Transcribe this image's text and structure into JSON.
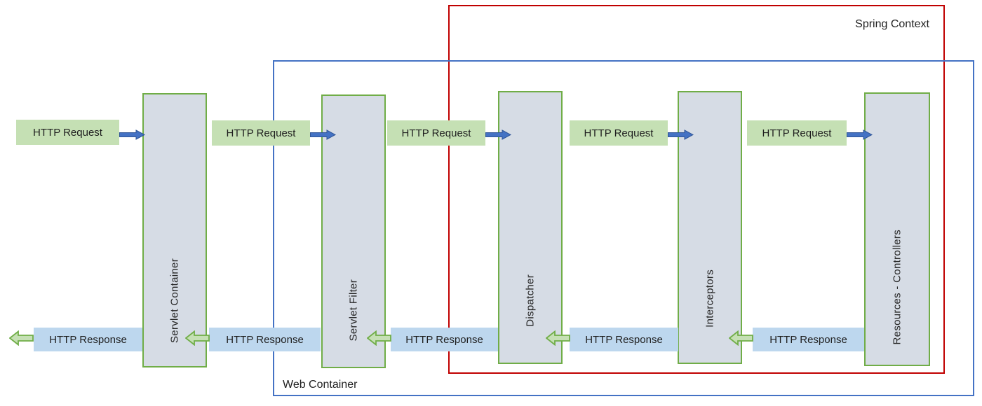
{
  "containers": {
    "spring": {
      "label": "Spring Context",
      "border_color": "#c00000"
    },
    "web": {
      "label": "Web Container",
      "border_color": "#4472c4"
    }
  },
  "boxes": [
    {
      "label": "Servlet Container"
    },
    {
      "label": "Servlet Filter"
    },
    {
      "label": "Dispatcher"
    },
    {
      "label": "Interceptors"
    },
    {
      "label": "Resources - Controllers"
    }
  ],
  "request_labels": [
    "HTTP Request",
    "HTTP Request",
    "HTTP Request",
    "HTTP Request",
    "HTTP Request"
  ],
  "response_labels": [
    "HTTP Response",
    "HTTP Response",
    "HTTP Response",
    "HTTP Response",
    "HTTP Response"
  ],
  "colors": {
    "box_fill": "#d6dce5",
    "box_border": "#70ad47",
    "request_badge_bg": "#c5e0b4",
    "response_badge_bg": "#bdd7ee",
    "request_arrow": "#4472c4",
    "request_arrow_border": "#2f5597",
    "response_arrow_fill": "#c5e0b4",
    "response_arrow_border": "#70ad47",
    "spring_border": "#c00000",
    "web_border": "#4472c4",
    "text": "#1f1f1f"
  }
}
